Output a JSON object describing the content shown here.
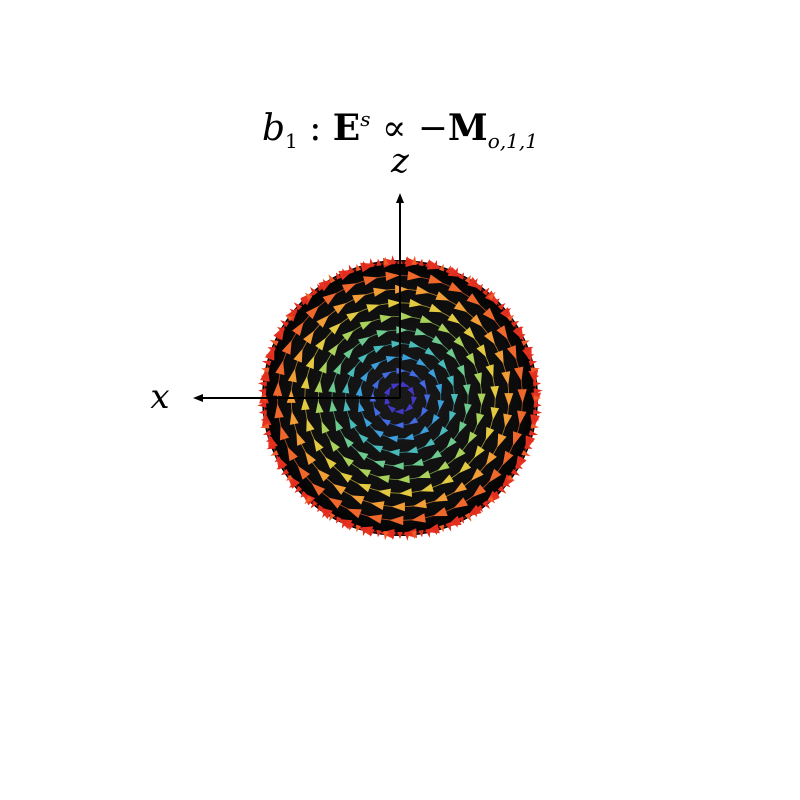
{
  "title": {
    "b": "b",
    "b_sub": "1",
    "colon": " : ",
    "E": "E",
    "E_sup": "s",
    "prop": " ∝ −",
    "M": "M",
    "M_sub": "o,1,1"
  },
  "axes": {
    "z_label": "z",
    "x_label": "x"
  },
  "colors": {
    "sphere": "#111111",
    "ring_inner": "#3a0a8c",
    "ring_outer": "#e8341c",
    "axis": "#000000"
  }
}
